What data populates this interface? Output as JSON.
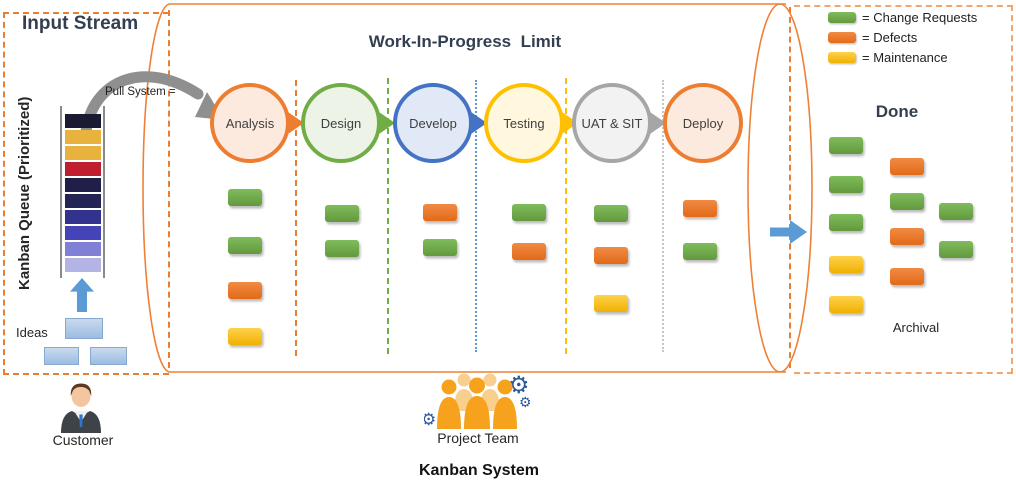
{
  "input_stream": {
    "title": "Input Stream",
    "queue_label": "Kanban Queue (Prioritized)",
    "queue_bars": [
      "#1A1A33",
      "#E8B33C",
      "#E8B33C",
      "#BE1E2D",
      "#1F1F49",
      "#232355",
      "#32328F",
      "#4444B8",
      "#8080D5",
      "#B3B3E6"
    ],
    "pull_label": "Pull System =",
    "ideas_label": "Ideas"
  },
  "wip": {
    "title": "Work-In-Progress  Limit",
    "stages": [
      {
        "label": "Analysis",
        "color": "#ED7D31",
        "fill": "#FCEADF",
        "cards": [
          "green",
          "green",
          "orange",
          "yellow"
        ]
      },
      {
        "label": "Design",
        "color": "#70AD47",
        "fill": "#EDF4E7",
        "cards": [
          "green",
          "green"
        ]
      },
      {
        "label": "Develop",
        "color": "#4472C4",
        "fill": "#E1E9F6",
        "cards": [
          "orange",
          "green"
        ]
      },
      {
        "label": "Testing",
        "color": "#FFC000",
        "fill": "#FFF7DE",
        "cards": [
          "green",
          "orange"
        ]
      },
      {
        "label": "UAT & SIT",
        "color": "#A6A6A6",
        "fill": "#F2F2F2",
        "cards": [
          "green",
          "orange",
          "yellow"
        ]
      },
      {
        "label": "Deploy",
        "color": "#ED7D31",
        "fill": "#FCEADF",
        "cards": [
          "orange",
          "green"
        ]
      }
    ]
  },
  "done": {
    "title": "Done",
    "archival_label": "Archival",
    "columns": [
      [
        "green",
        "green",
        "green",
        "yellow",
        "yellow"
      ],
      [
        "orange",
        "green",
        "orange",
        "orange"
      ],
      [
        "green",
        "green"
      ]
    ]
  },
  "legend": [
    {
      "type": "green",
      "label": "= Change Requests"
    },
    {
      "type": "orange",
      "label": "= Defects"
    },
    {
      "type": "yellow",
      "label": "= Maintenance"
    }
  ],
  "footer": {
    "customer_label": "Customer",
    "project_team_label": "Project Team",
    "system_label": "Kanban System"
  },
  "colors": {
    "change_request": "#70AD47",
    "defect": "#ED7D31",
    "maintenance": "#FFC000",
    "flow_arrow": "#5B9BD5",
    "frame": "#ED7D31"
  }
}
